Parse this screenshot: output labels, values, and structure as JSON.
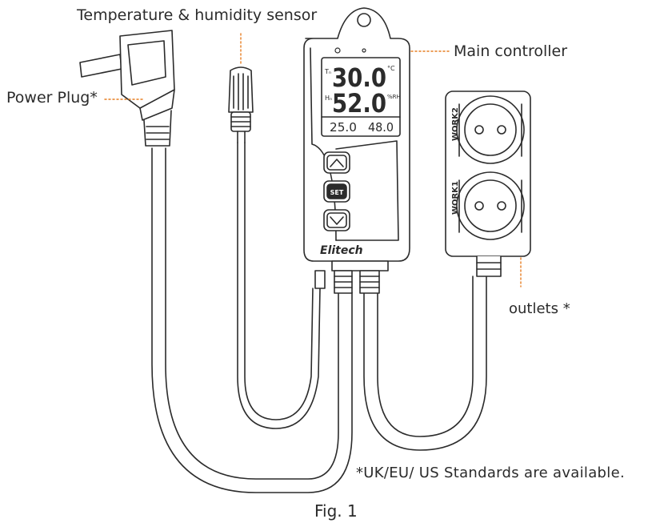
{
  "labels": {
    "sensor": "Temperature & humidity sensor",
    "controller": "Main controller",
    "plug": "Power Plug*",
    "outlets": "outlets *",
    "standards": "*UK/EU/ US Standards are available.",
    "figure": "Fig. 1"
  },
  "display": {
    "temp_prefix": "Tₙ",
    "temp_value": "30.0",
    "temp_unit": "°C",
    "hum_prefix": "Hₙ",
    "hum_value": "52.0",
    "hum_unit": "%RH",
    "bottom_left": "25.0",
    "bottom_right": "48.0"
  },
  "buttons": {
    "set_label": "SET"
  },
  "brand": "Elitech",
  "socket_labels": {
    "top": "WORK2",
    "bottom": "WORK1"
  },
  "colors": {
    "leader": "#e67e22",
    "line": "#2b2b2b"
  }
}
